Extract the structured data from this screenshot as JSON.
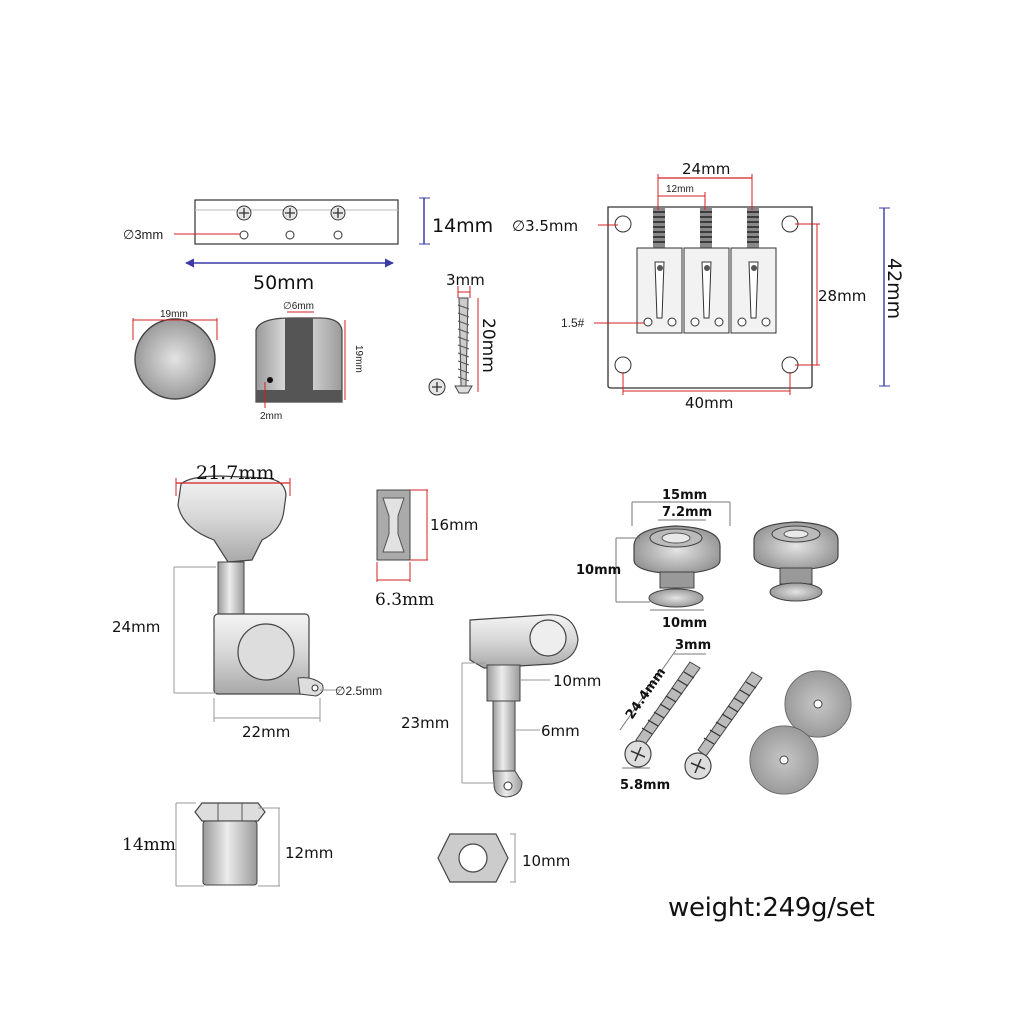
{
  "labels": {
    "nut_hole_dia": "∅3mm",
    "nut_height": "14mm",
    "nut_length": "50mm",
    "button_dia": "19mm",
    "button_hole": "∅6mm",
    "button_height": "19mm",
    "button_small_hole": "2mm",
    "nut_screw_dia": "3mm",
    "nut_screw_len": "20mm",
    "bridge_saddle_span": "24mm",
    "bridge_saddle_gap": "12mm",
    "bridge_hole_dia": "∅3.5mm",
    "bridge_hole_span_v": "28mm",
    "bridge_height": "42mm",
    "bridge_screw": "1.5#",
    "bridge_width": "40mm",
    "tuner_button_width": "21.7mm",
    "tuner_height": "24mm",
    "tuner_hole": "∅2.5mm",
    "tuner_base_width": "22mm",
    "bushing_height": "16mm",
    "bushing_width": "6.3mm",
    "strap_outer": "15mm",
    "strap_inner": "7.2mm",
    "strap_height": "10mm",
    "strap_base": "10mm",
    "jack_collar": "10mm",
    "jack_length": "23mm",
    "jack_tip": "6mm",
    "screw_dia": "3mm",
    "screw_len": "24.4mm",
    "screw_head": "5.8mm",
    "hexnut_height": "14mm",
    "hexnut_width": "12mm",
    "hexnut2_width": "10mm",
    "weight": "weight:249g/set"
  },
  "colors": {
    "red_dimension": "#d42020",
    "blue_dimension": "#3a3aa8",
    "line_gray": "#888888",
    "metal_light": "#e8e8e8",
    "metal_mid": "#b8b8b8",
    "metal_dark": "#555555"
  }
}
